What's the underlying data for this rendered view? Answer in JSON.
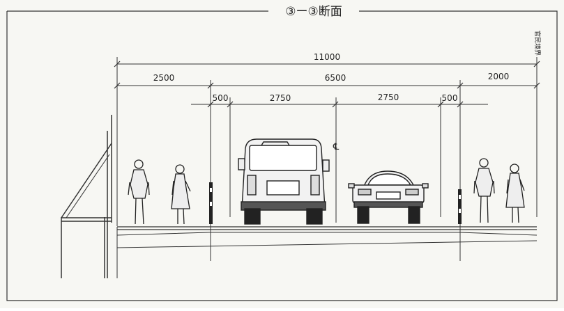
{
  "title": "③ー③断面",
  "boundary_label": "官民境界",
  "dimensions": {
    "total": "11000",
    "left_sidewalk": "2500",
    "carriageway": "6500",
    "right_sidewalk": "2000",
    "left_shoulder": "500",
    "left_lane": "2750",
    "right_lane": "2750",
    "right_shoulder": "500"
  },
  "centerline_symbol": "℄"
}
